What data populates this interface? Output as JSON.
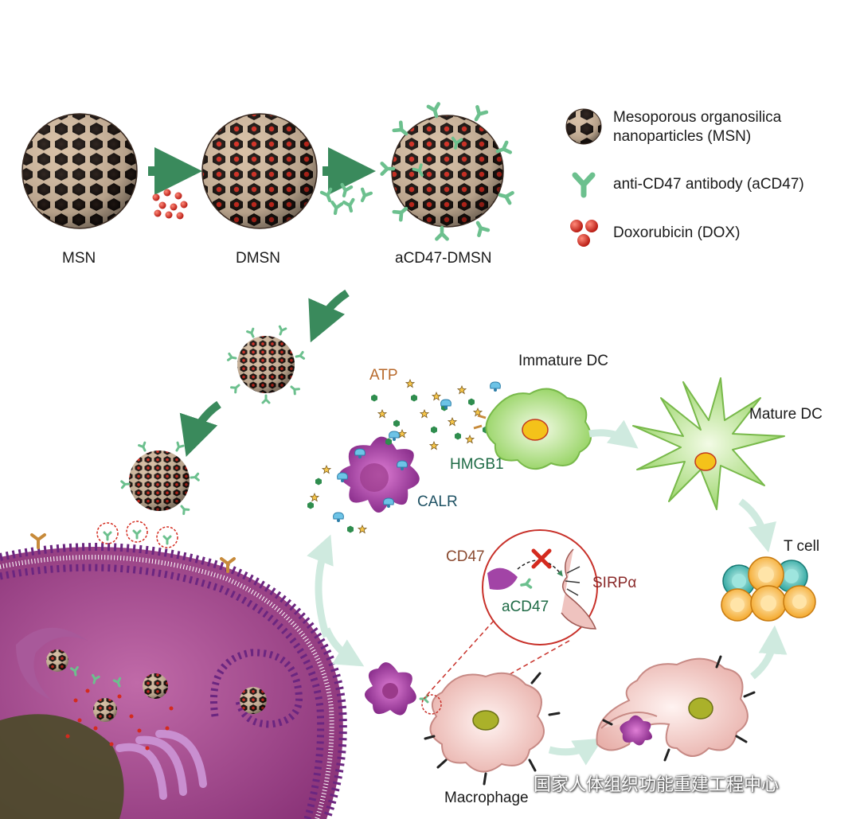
{
  "legend": {
    "msn_line1": "Mesoporous organosilica",
    "msn_line2": "nanoparticles (MSN)",
    "antibody": "anti-CD47 antibody (aCD47)",
    "dox": "Doxorubicin (DOX)"
  },
  "stages": {
    "msn": "MSN",
    "dmsn": "DMSN",
    "acd47_dmsn": "aCD47-DMSN"
  },
  "labels": {
    "immature_dc": "Immature DC",
    "mature_dc": "Mature DC",
    "atp": "ATP",
    "hmgb1": "HMGB1",
    "calr": "CALR",
    "t_cell": "T cell",
    "cd47": "CD47",
    "sirpa": "SIRPα",
    "acd47": "aCD47",
    "macrophage": "Macrophage"
  },
  "watermark": "国家人体组织功能重建工程中心",
  "colors": {
    "shell": "#3b2b22",
    "antibody": "#6cc08e",
    "dox": "#d42a1e",
    "tumor": "#8e2d8e",
    "cytoplasm": "#b0569a",
    "dc": "#a6d66a",
    "macrophage": "#efc3bf",
    "t_cell_orange": "#f7b346",
    "t_cell_teal": "#3fb6b0",
    "arrow_dark": "#3a8a5c",
    "arrow_light": "#cfeadf"
  }
}
